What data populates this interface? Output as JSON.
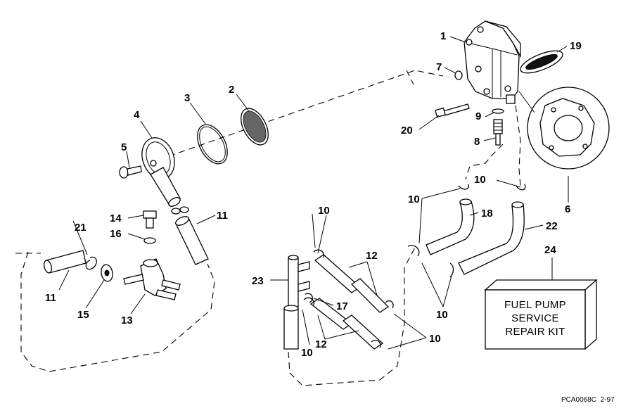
{
  "diagram": {
    "callouts": {
      "c1": "1",
      "c2": "2",
      "c3": "3",
      "c4": "4",
      "c5": "5",
      "c6": "6",
      "c7": "7",
      "c8": "8",
      "c9": "9",
      "c10a": "10",
      "c10b": "10",
      "c10c": "10",
      "c10d": "10",
      "c10e": "10",
      "c10f": "10",
      "c11a": "11",
      "c11b": "11",
      "c12a": "12",
      "c12b": "12",
      "c13": "13",
      "c14": "14",
      "c15": "15",
      "c16": "16",
      "c17": "17",
      "c18": "18",
      "c19": "19",
      "c20": "20",
      "c21": "21",
      "c22": "22",
      "c23": "23",
      "c24": "24"
    },
    "kit_label": {
      "line1": "FUEL PUMP",
      "line2": "SERVICE",
      "line3": "REPAIR KIT"
    },
    "drawing_code": "PCA0068C  2-97"
  }
}
